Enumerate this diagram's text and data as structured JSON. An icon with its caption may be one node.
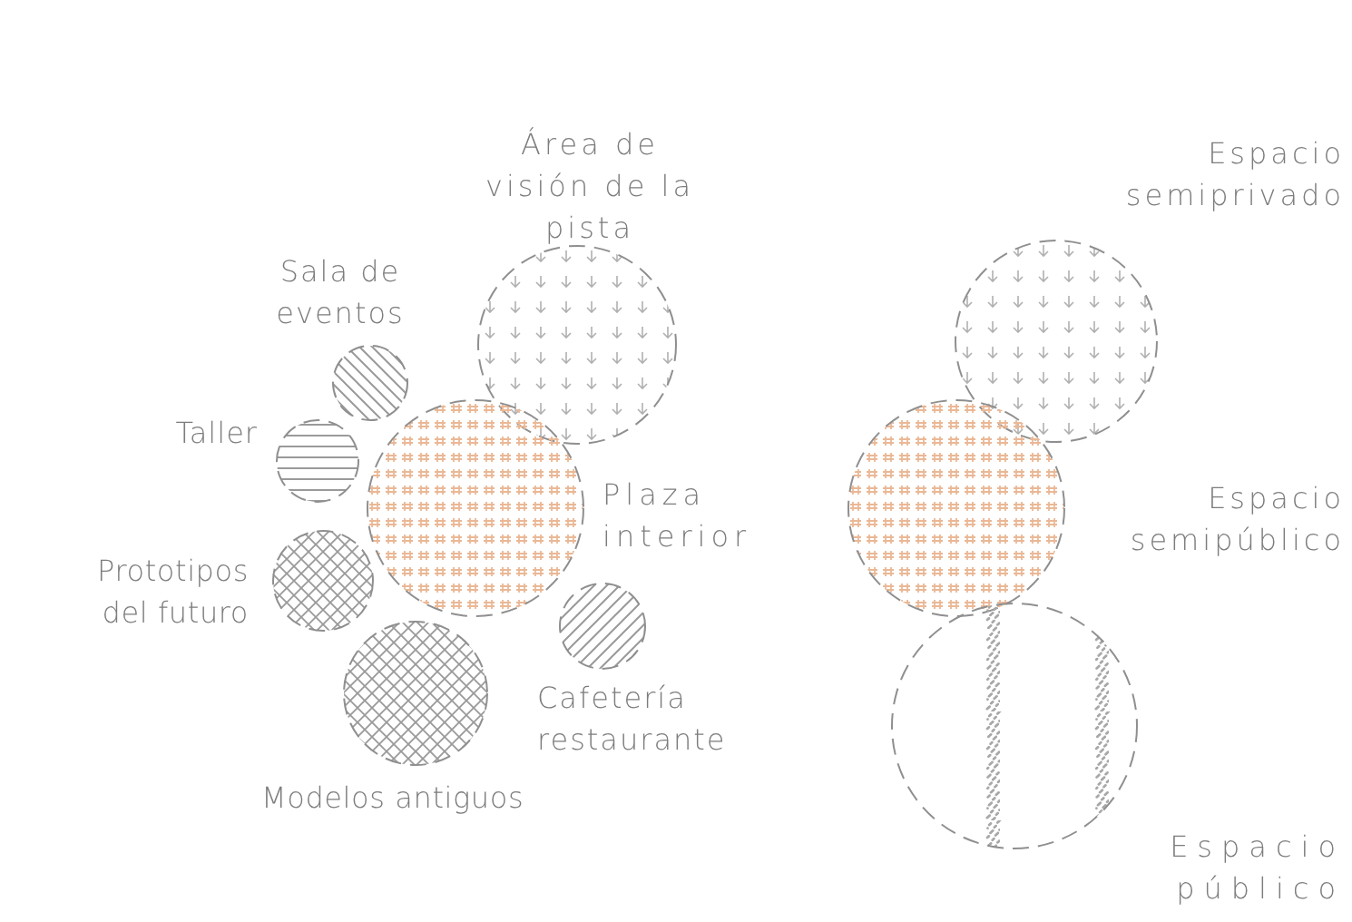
{
  "diagram": {
    "nodes": [
      {
        "text": [
          "Área de visión de la pista"
        ]
      },
      {
        "text": [
          "Sala de eventos"
        ]
      },
      {
        "text": [
          "Taller"
        ]
      },
      {
        "text": [
          "Plaza interior"
        ]
      },
      {
        "text": [
          "Prototipos del futuro"
        ]
      },
      {
        "text": [
          "Cafetería restaurante"
        ]
      },
      {
        "text": [
          "Modelos antiguos"
        ]
      },
      {
        "text": [
          "Espacio semiprivado"
        ]
      },
      {
        "text": [
          "Espacio semipúblico"
        ]
      },
      {
        "text": [
          "Espacio público"
        ]
      }
    ]
  }
}
